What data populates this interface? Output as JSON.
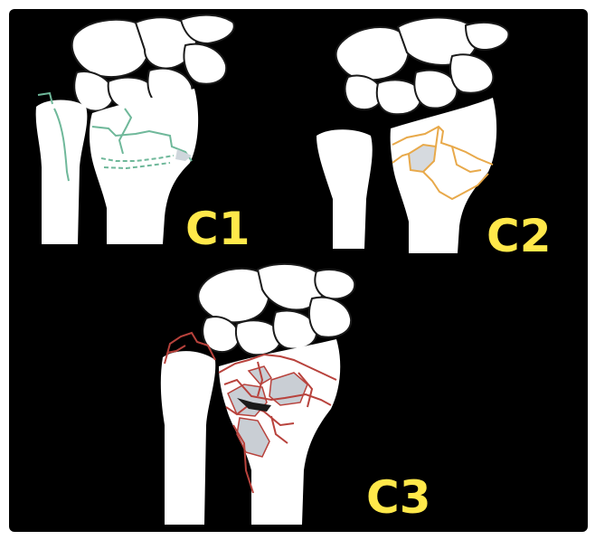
{
  "figure": {
    "background": "#000000",
    "frame": "#ffffff",
    "bone_fill": "#ffffff",
    "bone_outline": "#1a1a1a",
    "label_color": "#ffe84a"
  },
  "panels": [
    {
      "label": "C1",
      "fracture_color": "#6fb89a",
      "fragment_fill": "#cfd6dc"
    },
    {
      "label": "C2",
      "fracture_color": "#e8a94a",
      "fragment_fill": "#d6dadf"
    },
    {
      "label": "C3",
      "fracture_color": "#b8423c",
      "fragment_fill": "#c9ced4"
    }
  ]
}
